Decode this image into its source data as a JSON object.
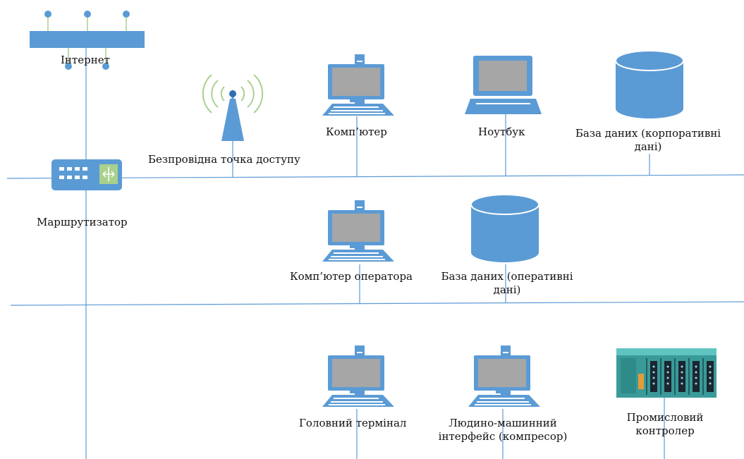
{
  "colors": {
    "line": "#5b9bd5",
    "node_fill": "#5b9bd5",
    "node_dark": "#2e6fb0",
    "screen": "#a6a6a6",
    "switch_green": "#a9d18e",
    "wifi_green": "#a9d18e",
    "plc_teal": "#3aa6a6"
  },
  "icons": {
    "internet": "modem-icon",
    "wifi": "antenna-icon",
    "router": "switch-icon",
    "computer": "computer-icon",
    "laptop": "laptop-icon",
    "database": "database-icon",
    "plc": "plc-icon"
  },
  "nodes": {
    "internet": "Інтернет",
    "wifi": "Безпровідна точка доступу",
    "router": "Маршрутизатор",
    "computer": "Комп’ютер",
    "laptop": "Ноутбук",
    "corp_db_line1": "База даних (корпоративні",
    "corp_db_line2": "дані)",
    "operator_pc": "Комп’ютер оператора",
    "op_db_line1": "База даних (оперативні",
    "op_db_line2": "дані)",
    "head_terminal": "Головний термінал",
    "hmi_line1": "Людино-машинний",
    "hmi_line2": "інтерфейс (компресор)",
    "plc_line1": "Промисловий",
    "plc_line2": "контролер"
  }
}
